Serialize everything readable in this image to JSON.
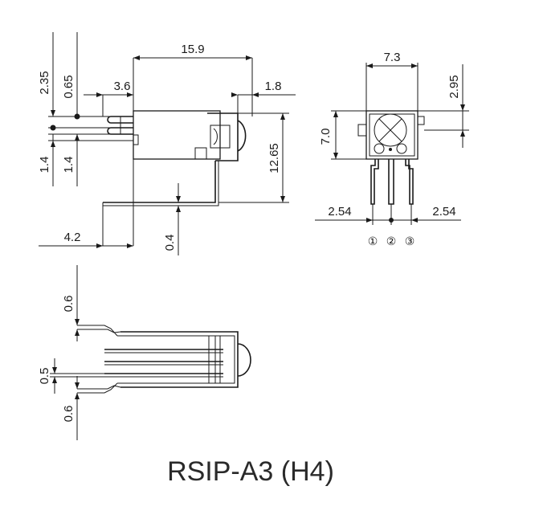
{
  "title": "RSIP-A3 (H4)",
  "side_view": {
    "dims": {
      "length": "15.9",
      "pin_offset": "3.6",
      "lens_offset": "1.8",
      "top_2_35": "2.35",
      "top_0_65": "0.65",
      "pitch_left": "1.4",
      "pitch_right": "1.4",
      "height": "12.65",
      "lead_4_2": "4.2",
      "lead_0_4": "0.4"
    }
  },
  "front_view": {
    "dims": {
      "width": "7.3",
      "height": "7.0",
      "top_2_95": "2.95",
      "pitch_left": "2.54",
      "pitch_right": "2.54"
    },
    "pins": [
      "①",
      "②",
      "③"
    ]
  },
  "top_view": {
    "dims": {
      "upper_0_6": "0.6",
      "gap_0_5": "0.5",
      "lower_0_6": "0.6"
    }
  }
}
